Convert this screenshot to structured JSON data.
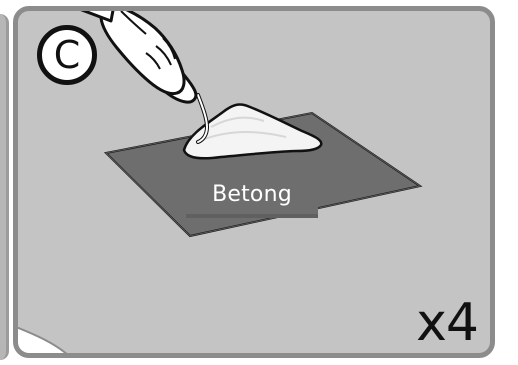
{
  "panel": {
    "step_label": "C",
    "material_label": "Betong",
    "quantity_label": "x4",
    "icons": [
      "hand-with-trowel-icon",
      "concrete-pile-icon",
      "base-plate-icon"
    ],
    "colors": {
      "panel_background": "#c4c4c4",
      "panel_border": "#8c8c8c",
      "plate": "#6e6e6e",
      "concrete": "#f4f4f4",
      "outline": "#111111",
      "label_text": "#ffffff"
    }
  }
}
